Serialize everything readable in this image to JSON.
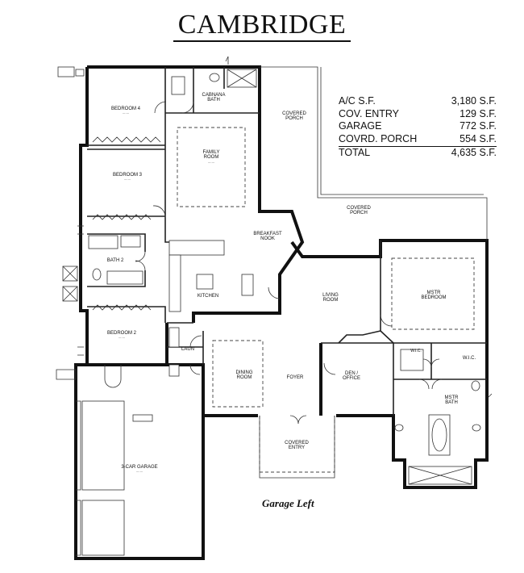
{
  "title": "CAMBRIDGE",
  "caption": "Garage Left",
  "area_summary": [
    {
      "label": "A/C S.F.",
      "value": "3,180 S.F."
    },
    {
      "label": "COV. ENTRY",
      "value": "129 S.F."
    },
    {
      "label": "GARAGE",
      "value": "772 S.F."
    },
    {
      "label": "COVRD. PORCH",
      "value": "554 S.F."
    },
    {
      "label": "TOTAL",
      "value": "4,635 S.F."
    }
  ],
  "rooms": {
    "bedroom4": "BEDROOM 4",
    "cabana_bath_1": "CABNANA",
    "cabana_bath_2": "BATH",
    "covered_porch_1a": "COVERED",
    "covered_porch_1b": "PORCH",
    "family_room_1": "FAMILY",
    "family_room_2": "ROOM",
    "bedroom3": "BEDROOM 3",
    "covered_porch_2a": "COVERED",
    "covered_porch_2b": "PORCH",
    "breakfast_1": "BREAKFAST",
    "breakfast_2": "NOOK",
    "bath2": "BATH 2",
    "kitchen": "KITCHEN",
    "living_1": "LIVING",
    "living_2": "ROOM",
    "mstr_bedroom_1": "MSTR",
    "mstr_bedroom_2": "BEDROOM",
    "bedroom2": "BEDROOM 2",
    "laun": "LAUN",
    "dining_1": "DINING",
    "dining_2": "ROOM",
    "foyer": "FOYER",
    "den_1": "DEN /",
    "den_2": "OFFICE",
    "wic_small": "W.I.C.",
    "wic": "W.I.C.",
    "mstr_bath_1": "MSTR",
    "mstr_bath_2": "BATH",
    "garage": "3-CAR GARAGE",
    "covered_entry_1": "COVERED",
    "covered_entry_2": "ENTRY"
  },
  "colors": {
    "wall": "#111111",
    "line": "#333333",
    "dashed": "#444444"
  }
}
